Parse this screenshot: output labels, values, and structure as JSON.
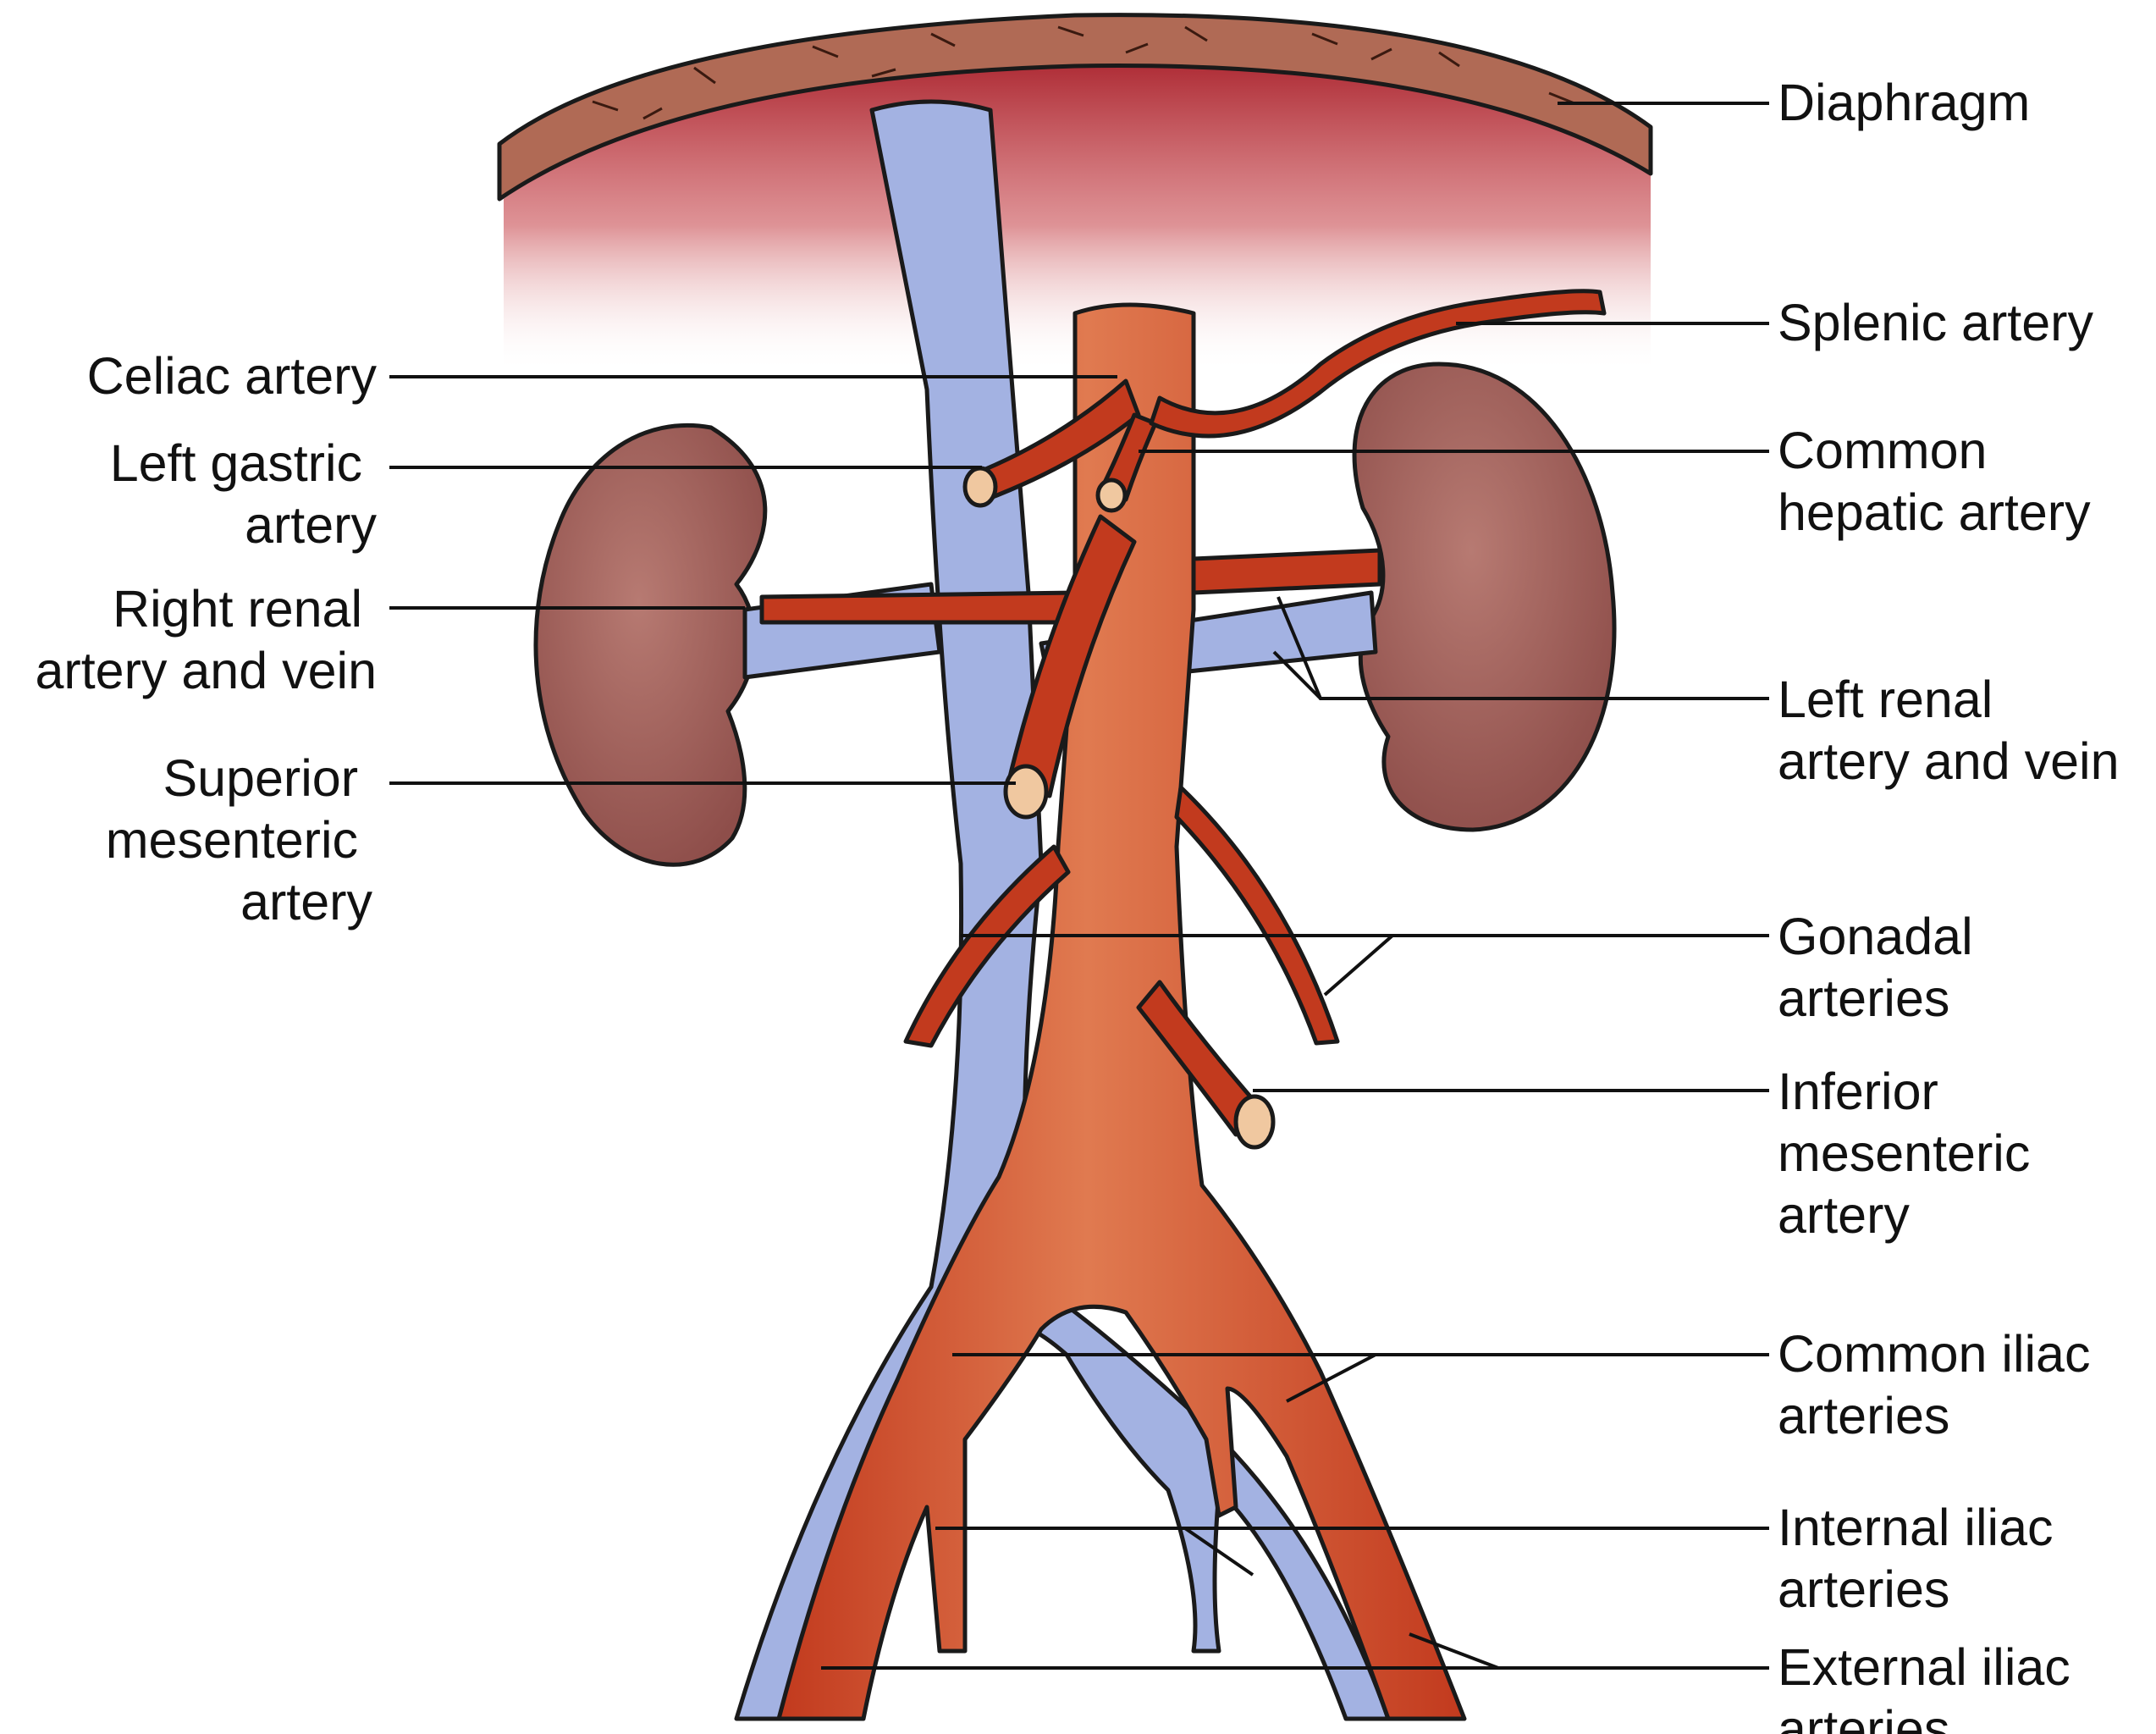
{
  "colors": {
    "artery": "#c23a1e",
    "artery_highlight": "#e07a50",
    "vein": "#a3b2e2",
    "kidney": "#9a5a55",
    "kidney_highlight": "#b77a72",
    "diaphragm_rim": "#b06a55",
    "diaphragm_wash": "#a8202a",
    "vessel_lumen": "#f0c8a0",
    "outline": "#1a1a1a"
  },
  "labels": {
    "diaphragm": [
      "Diaphragm"
    ],
    "splenic_artery": [
      "Splenic artery"
    ],
    "celiac_artery": [
      "Celiac artery"
    ],
    "common_hepatic_artery": [
      "Common",
      "hepatic artery"
    ],
    "left_gastric_artery": [
      "Left gastric",
      "artery"
    ],
    "right_renal": [
      "Right renal",
      "artery and vein"
    ],
    "left_renal": [
      "Left renal",
      "artery and vein"
    ],
    "superior_mesenteric_artery": [
      "Superior",
      "mesenteric",
      "artery"
    ],
    "gonadal_arteries": [
      "Gonadal",
      "arteries"
    ],
    "inferior_mesenteric_artery": [
      "Inferior",
      "mesenteric",
      "artery"
    ],
    "common_iliac_arteries": [
      "Common iliac",
      "arteries"
    ],
    "internal_iliac_arteries": [
      "Internal iliac",
      "arteries"
    ],
    "external_iliac_arteries": [
      "External iliac",
      "arteries"
    ]
  },
  "structures": {
    "diaphragm": "diaphragm",
    "ivc": "inferior-vena-cava",
    "aorta": "abdominal-aorta",
    "right_kidney": "right-kidney",
    "left_kidney": "left-kidney"
  }
}
